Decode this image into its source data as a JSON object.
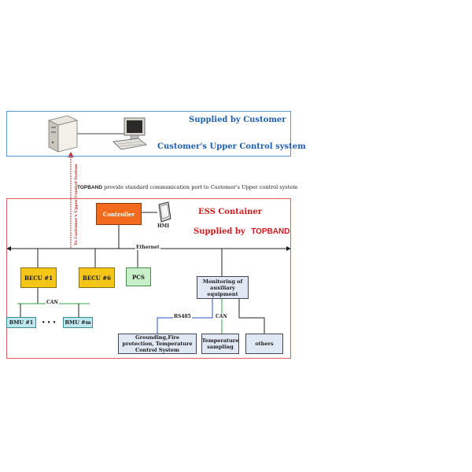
{
  "customer_box": {
    "title": "Supplied by Customer",
    "subtitle": "Customer's Upper  Control system"
  },
  "note": {
    "brand": "TOPBAND",
    "text": " provide standard communication port to Customer's Upper control system"
  },
  "vertical_link_label": "To Customer's Upper Control System",
  "ess_box": {
    "title": "ESS Container",
    "supplied_by": "Supplied by",
    "brand": "TOPBAND"
  },
  "nodes": {
    "controller": "Controller",
    "hmi": "HMI",
    "becu1": "BECU #1",
    "becun": "BECU #6",
    "pcs": "PCS",
    "monitoring": "Monitoring of auxiliary equipment",
    "bmu1": "BMU #1",
    "bmum": "BMU #m",
    "ellipsis": "• • •",
    "grounding": "Grounding,Fire protection, Temperature Control System",
    "temperature": "Temperature sampling",
    "others": "others"
  },
  "links": {
    "ethernet": "Ethernet",
    "can_top": "CAN",
    "rs485": "RS485",
    "can_bottom": "CAN"
  },
  "colors": {
    "customer_border": "#5a9bd5",
    "ess_border": "#e06060",
    "controller": "#f26b1d",
    "becu": "#f5c518",
    "pcs": "#c8f0c8",
    "bmu": "#bde8f0",
    "monitor": "#e0e8f4"
  }
}
